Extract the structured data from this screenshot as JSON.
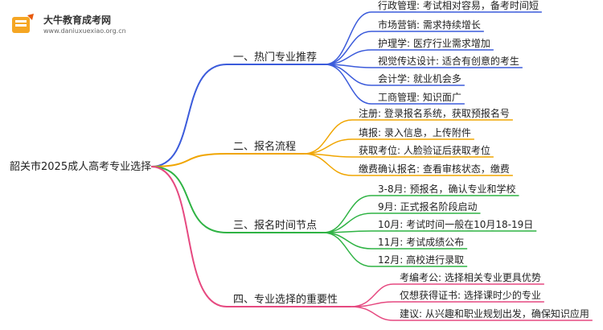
{
  "logo": {
    "title": "大牛教育成考网",
    "url": "www.daniuxuexiao.org.cn"
  },
  "root": "韶关市2025成人高考专业选择",
  "branches": [
    {
      "label": "一、热门专业推荐",
      "color": "#3b5bdb",
      "children": [
        "行政管理: 考试相对容易，备考时间短",
        "市场营销: 需求持续增长",
        "护理学: 医疗行业需求增加",
        "视觉传达设计: 适合有创意的考生",
        "会计学: 就业机会多",
        "工商管理: 知识面广"
      ]
    },
    {
      "label": "二、报名流程",
      "color": "#f0a500",
      "children": [
        "注册: 登录报名系统，获取预报名号",
        "填报: 录入信息，上传附件",
        "获取考位: 人脸验证后获取考位",
        "缴费确认报名: 查看审核状态，缴费"
      ]
    },
    {
      "label": "三、报名时间节点",
      "color": "#2fb344",
      "children": [
        "3-8月: 预报名，确认专业和学校",
        "9月: 正式报名阶段启动",
        "10月: 考试时间一般在10月18-19日",
        "11月: 考试成绩公布",
        "12月: 高校进行录取"
      ]
    },
    {
      "label": "四、专业选择的重要性",
      "color": "#e64980",
      "children": [
        "考编考公: 选择相关专业更具优势",
        "仅想获得证书: 选择课时少的专业",
        "建议: 从兴趣和职业规划出发，确保知识应用"
      ]
    }
  ]
}
